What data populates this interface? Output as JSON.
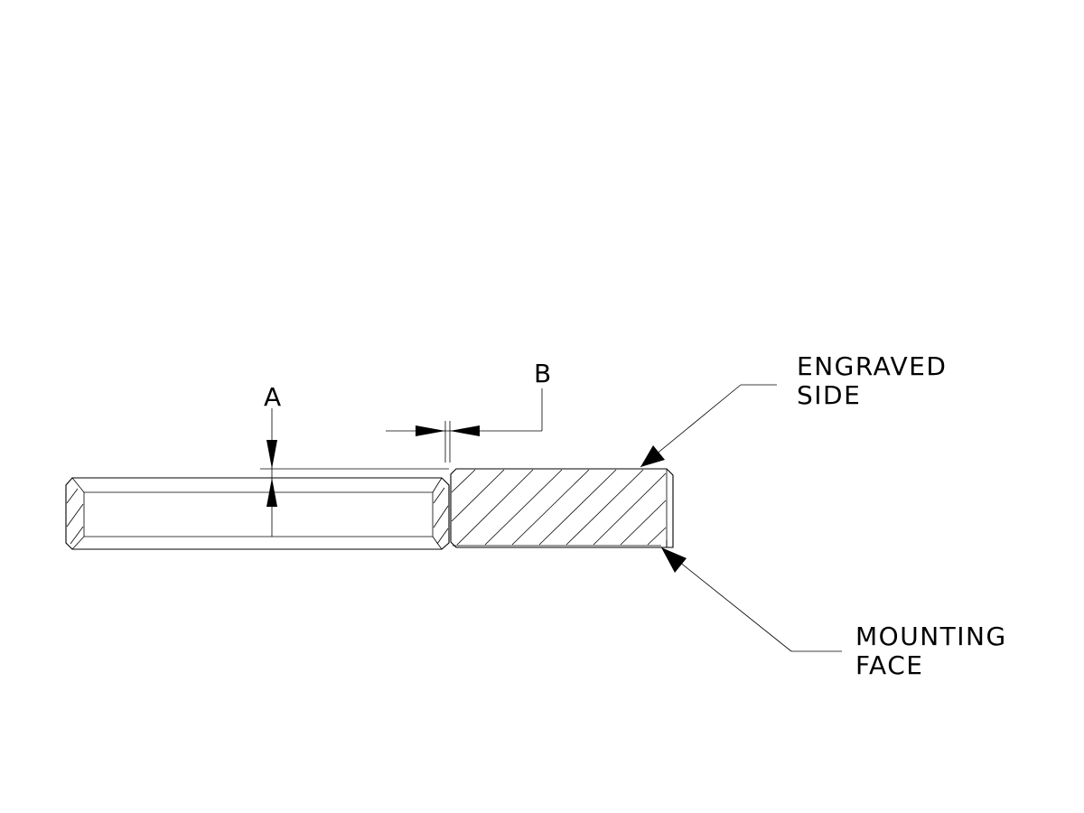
{
  "labels": {
    "a": "A",
    "b": "B",
    "engraved": [
      "ENGRAVED",
      "SIDE"
    ],
    "mounting": [
      "MOUNTING",
      "FACE"
    ]
  },
  "colors": {
    "ink": "#000000",
    "paper": "#ffffff"
  },
  "parts": [
    "ring-section",
    "plate-section"
  ],
  "plate_hatch_lines": 8
}
